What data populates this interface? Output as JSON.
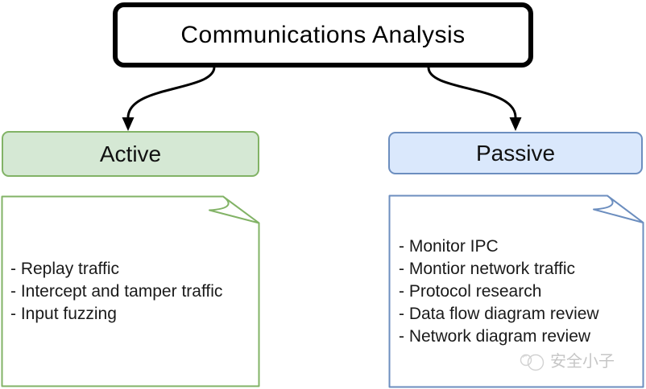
{
  "root": {
    "label": "Communications Analysis"
  },
  "branches": {
    "active": {
      "label": "Active",
      "fill": "#d5e8d4",
      "border": "#82b366",
      "note_items": [
        "- Replay traffic",
        "- Intercept and tamper traffic",
        "- Input fuzzing"
      ]
    },
    "passive": {
      "label": "Passive",
      "fill": "#dae8fc",
      "border": "#6c8ebf",
      "note_items": [
        "- Monitor IPC",
        "- Montior network traffic",
        "- Protocol research",
        "- Data flow diagram review",
        "- Network diagram review"
      ]
    }
  },
  "connectors": {
    "color": "#000000"
  },
  "note_fill": "#ffffff",
  "watermark": {
    "text": "安全小子",
    "color": "#c6c6c6"
  }
}
